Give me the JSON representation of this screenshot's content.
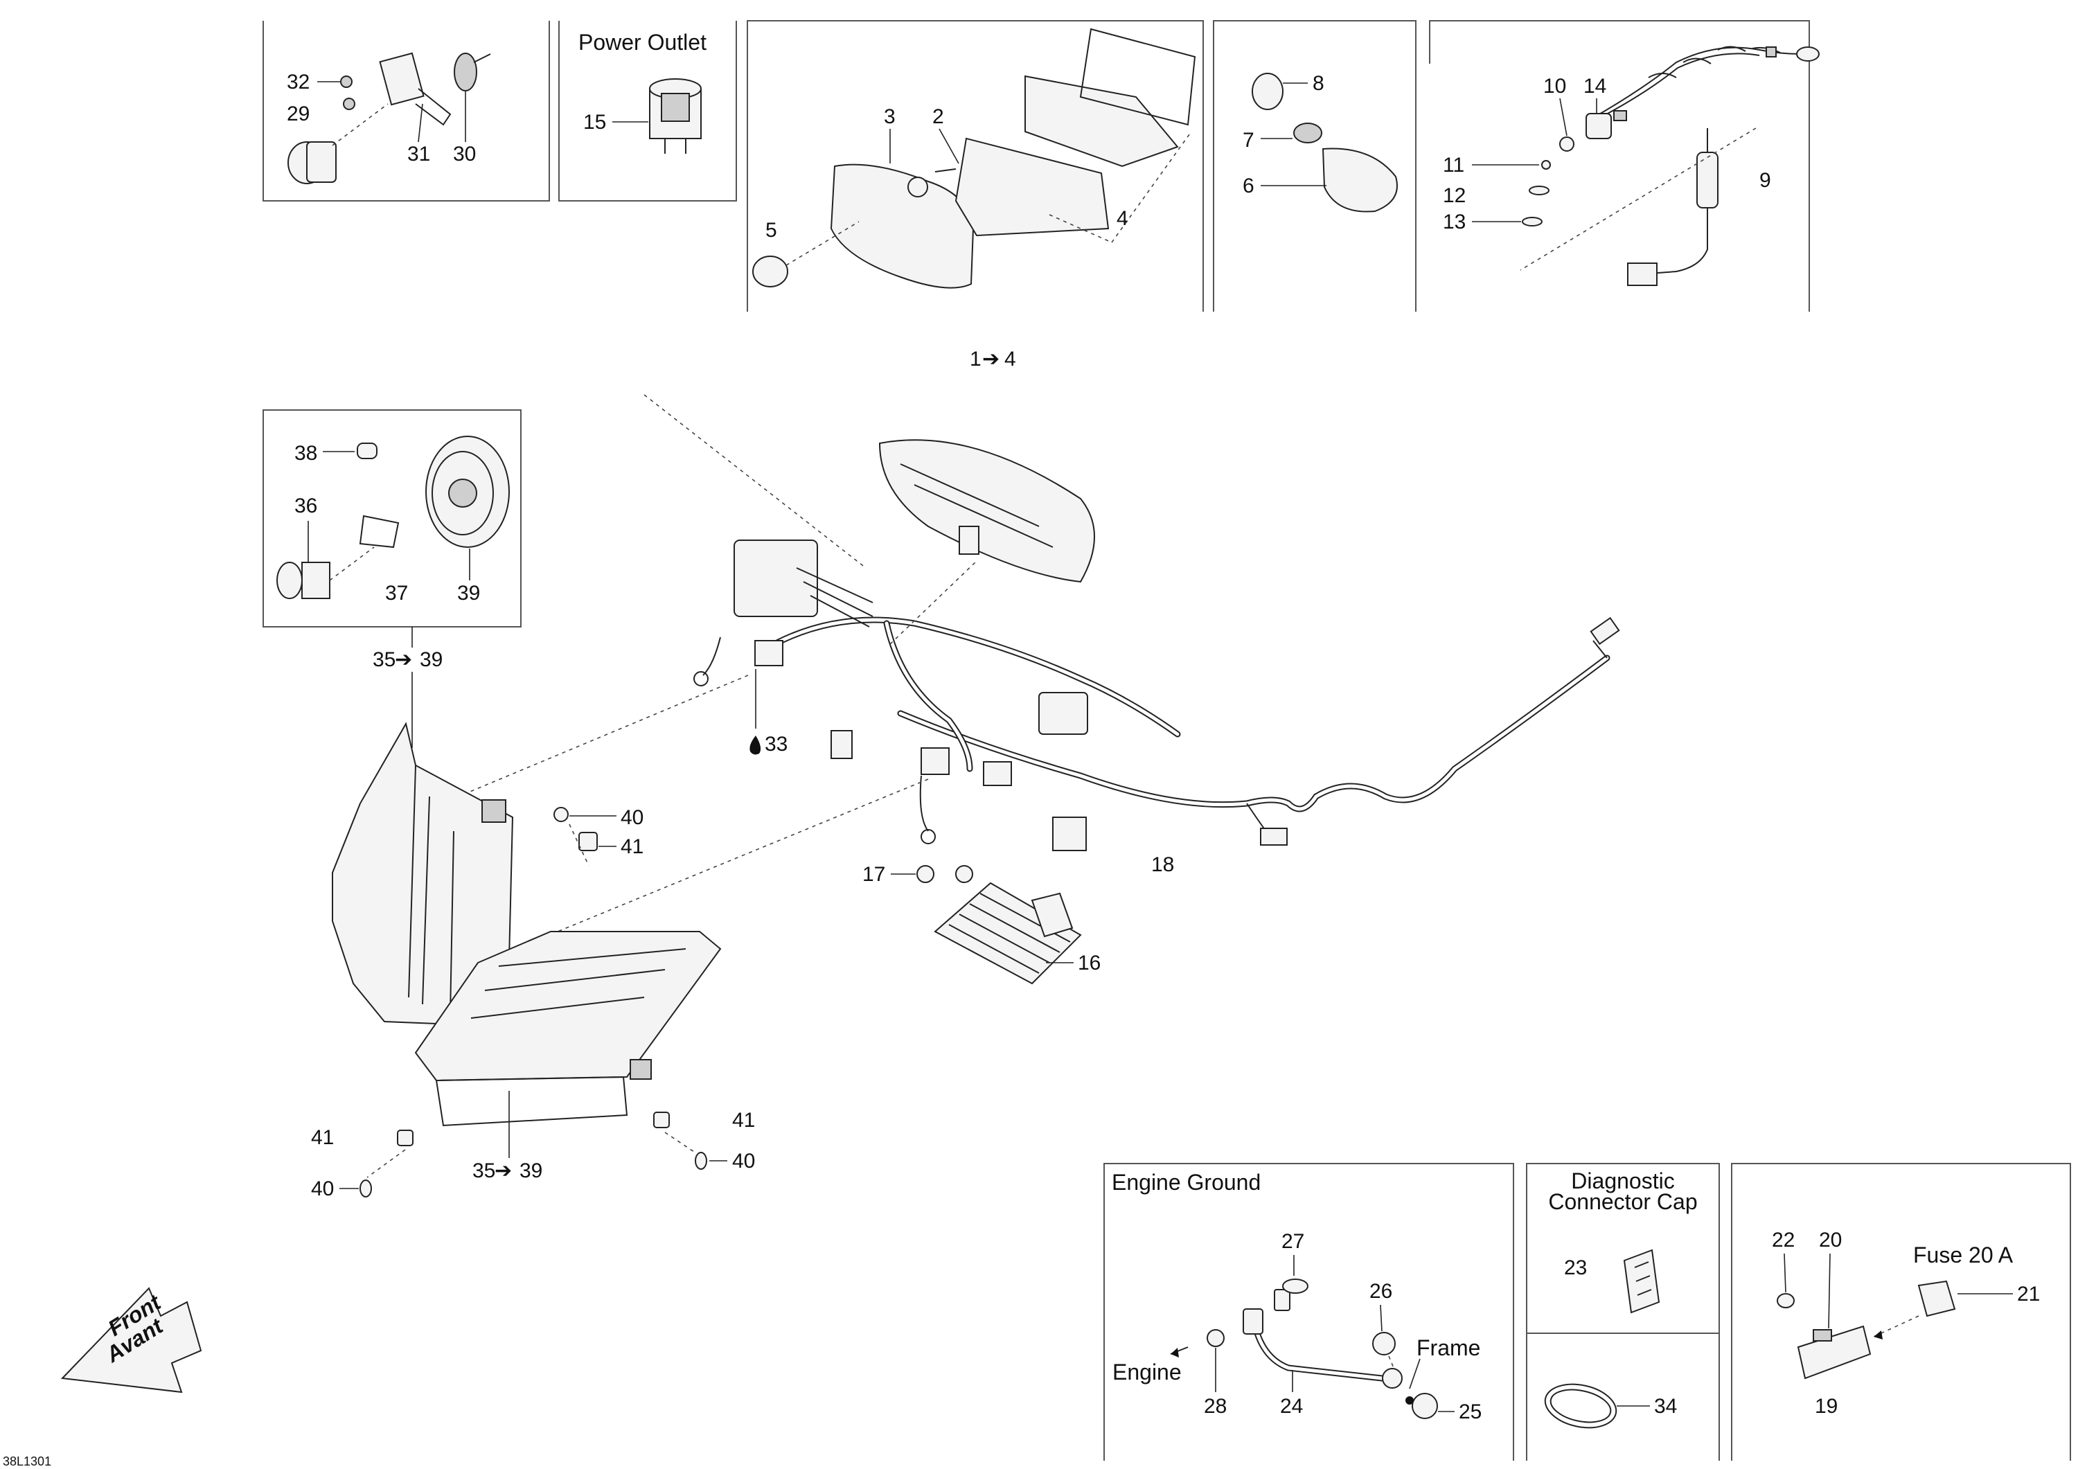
{
  "panels": {
    "power_outlet": "Power Outlet",
    "engine_ground": "Engine Ground",
    "diagnostic_cap_line1": "Diagnostic",
    "diagnostic_cap_line2": "Connector Cap",
    "fuse": "Fuse 20 A"
  },
  "labels": {
    "frame": "Frame",
    "engine": "Engine",
    "front": "Front",
    "avant": "Avant",
    "drawing_code": "38L1301"
  },
  "callouts": {
    "c1": "1",
    "c2": "2",
    "c3": "3",
    "c4": "4",
    "c5": "5",
    "c6": "6",
    "c7": "7",
    "c8": "8",
    "c9": "9",
    "c10": "10",
    "c11": "11",
    "c12": "12",
    "c13": "13",
    "c14": "14",
    "c15": "15",
    "c16": "16",
    "c17": "17",
    "c18": "18",
    "c19": "19",
    "c20": "20",
    "c21": "21",
    "c22": "22",
    "c23": "23",
    "c24": "24",
    "c25": "25",
    "c26": "26",
    "c27": "27",
    "c28": "28",
    "c29": "29",
    "c30": "30",
    "c31": "31",
    "c32": "32",
    "c33": "33",
    "c34": "34",
    "c35": "35",
    "c36": "36",
    "c37": "37",
    "c38": "38",
    "c39": "39",
    "c40": "40",
    "c41": "41"
  },
  "arrow": "➔",
  "drop_symbol": "💧"
}
